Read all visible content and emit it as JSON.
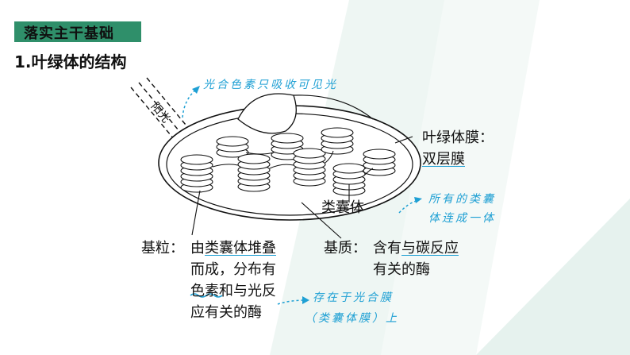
{
  "header": {
    "title": "落实主干基础"
  },
  "section": {
    "title": "1.叶绿体的结构"
  },
  "diagram": {
    "sunlight_label": "阳光",
    "membrane_label_line1": "叶绿体膜：",
    "membrane_label_line2": "双层膜",
    "thylakoid_label": "类囊体",
    "grana": {
      "prefix": "基粒：",
      "line1_a": "由",
      "line1_b": "类囊体堆叠",
      "line2": "而成，分布有",
      "line3_a": "色素",
      "line3_b": "和与光反",
      "line4": "应有关的酶"
    },
    "stroma": {
      "prefix": "基质：",
      "line1_a": "含有",
      "line1_b": "与碳反应",
      "line2": "有关的酶"
    }
  },
  "annotations": {
    "pigment_note": "光合色素只吸收可见光",
    "thylakoid_note_line1": "所有的类囊",
    "thylakoid_note_line2": "体连成一体",
    "membrane_note_line1": "存在于光合膜",
    "membrane_note_line2": "（类囊体膜）上"
  },
  "colors": {
    "accent": "#2f8f6a",
    "handwriting": "#1fa0d4"
  }
}
